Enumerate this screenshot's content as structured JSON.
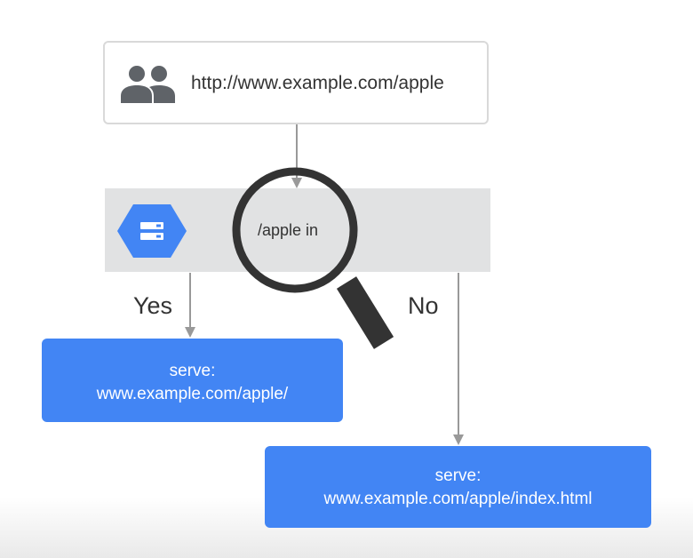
{
  "request": {
    "url": "http://www.example.com/apple",
    "icon": "users-icon"
  },
  "check": {
    "icon": "storage-bucket-icon",
    "lens_text": "/apple in",
    "lens_icon": "magnifier-icon"
  },
  "branches": {
    "yes": {
      "label": "Yes",
      "line1": "serve:",
      "line2": "www.example.com/apple/"
    },
    "no": {
      "label": "No",
      "line1": "serve:",
      "line2": "www.example.com/apple/index.html"
    }
  },
  "colors": {
    "accent": "#4285f4",
    "band": "#e1e2e3",
    "icon_gray": "#5f6368",
    "magnifier": "#333333",
    "connector": "#999999"
  }
}
